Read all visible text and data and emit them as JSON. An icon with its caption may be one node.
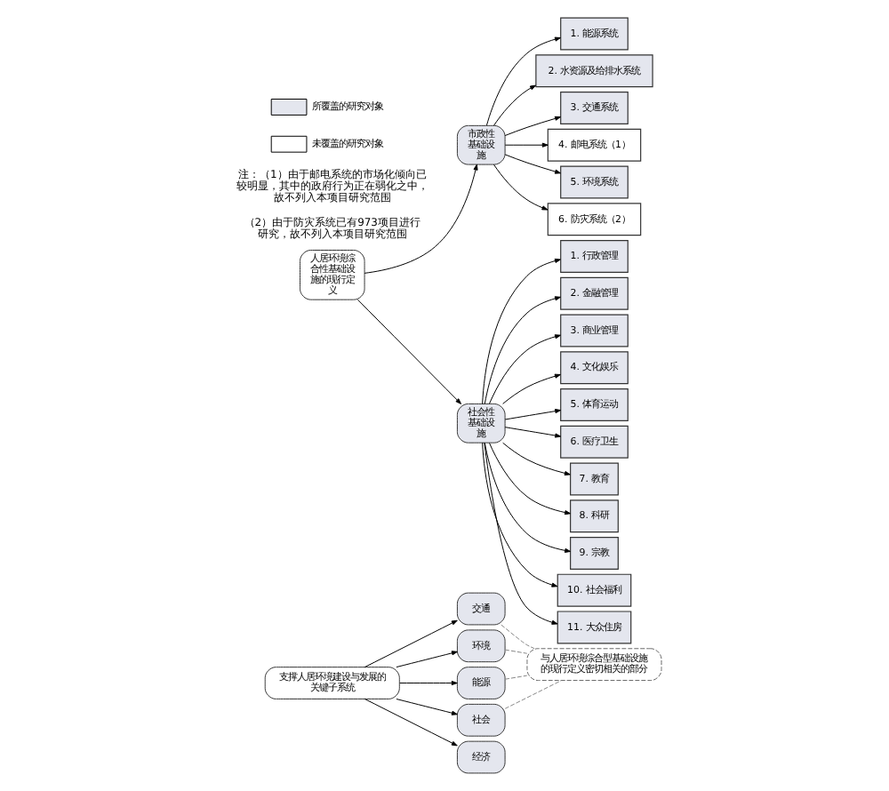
{
  "diagram": {
    "nodes": [
      {
        "text": [
          "支撑人居环境建设与发展的关键子系统"
        ]
      },
      {
        "text": [
          "交通"
        ]
      },
      {
        "text": [
          "环境"
        ]
      },
      {
        "text": [
          "能源"
        ]
      },
      {
        "text": [
          "社会"
        ]
      },
      {
        "text": [
          "经济"
        ]
      },
      {
        "text": [
          "与人居环境综合型基础设施的现行定义密切相关的部分"
        ]
      },
      {
        "text": [
          "人居环境综合性基础设施的现行定义"
        ]
      },
      {
        "text": [
          "市政性基础设施"
        ]
      },
      {
        "text": [
          "社会性基础设施"
        ]
      },
      {
        "text": [
          "1. 能源系统"
        ]
      },
      {
        "text": [
          "2. 水资源及给排水系统"
        ]
      },
      {
        "text": [
          "3. 交通系统"
        ]
      },
      {
        "text": [
          "4. 邮电系统（1）"
        ]
      },
      {
        "text": [
          "5. 环境系统"
        ]
      },
      {
        "text": [
          "6. 防灾系统（2）"
        ]
      },
      {
        "text": [
          "1. 行政管理"
        ]
      },
      {
        "text": [
          "2. 金融管理"
        ]
      },
      {
        "text": [
          "3. 商业管理"
        ]
      },
      {
        "text": [
          "4. 文化娱乐"
        ]
      },
      {
        "text": [
          "5. 体育运动"
        ]
      },
      {
        "text": [
          "6. 医疗卫生"
        ]
      },
      {
        "text": [
          "7. 教育"
        ]
      },
      {
        "text": [
          "8. 科研"
        ]
      },
      {
        "text": [
          "9. 宗教"
        ]
      },
      {
        "text": [
          "10. 社会福利"
        ]
      },
      {
        "text": [
          "11. 大众住房"
        ]
      }
    ],
    "edges": [
      {
        "from": 0,
        "to": 1,
        "arrow": "to"
      },
      {
        "from": 0,
        "to": 2,
        "arrow": "to"
      },
      {
        "from": 0,
        "to": 3,
        "arrow": "to"
      },
      {
        "from": 0,
        "to": 4,
        "arrow": "to"
      },
      {
        "from": 0,
        "to": 5,
        "arrow": "to"
      },
      {
        "from": 1,
        "to": 6,
        "arrow": "none",
        "style": "dashed",
        "color": "#888888"
      },
      {
        "from": 2,
        "to": 6,
        "arrow": "none",
        "style": "dashed",
        "color": "#888888"
      },
      {
        "from": 3,
        "to": 6,
        "arrow": "none",
        "style": "dashed",
        "color": "#888888"
      },
      {
        "from": 4,
        "to": 6,
        "arrow": "none",
        "style": "dashed",
        "color": "#888888"
      },
      {
        "from": 7,
        "to": 8,
        "arrow": "to"
      },
      {
        "from": 7,
        "to": 9,
        "arrow": "to"
      },
      {
        "from": 8,
        "to": 10,
        "arrow": "to"
      },
      {
        "from": 8,
        "to": 11,
        "arrow": "to"
      },
      {
        "from": 8,
        "to": 12,
        "arrow": "to"
      },
      {
        "from": 8,
        "to": 13,
        "arrow": "to"
      },
      {
        "from": 8,
        "to": 14,
        "arrow": "to"
      },
      {
        "from": 8,
        "to": 15,
        "arrow": "to"
      },
      {
        "from": 9,
        "to": 16,
        "arrow": "to"
      },
      {
        "from": 9,
        "to": 17,
        "arrow": "to"
      },
      {
        "from": 9,
        "to": 18,
        "arrow": "to"
      },
      {
        "from": 9,
        "to": 19,
        "arrow": "to"
      },
      {
        "from": 9,
        "to": 20,
        "arrow": "to"
      },
      {
        "from": 9,
        "to": 21,
        "arrow": "to"
      },
      {
        "from": 9,
        "to": 22,
        "arrow": "to"
      },
      {
        "from": 9,
        "to": 23,
        "arrow": "to"
      },
      {
        "from": 9,
        "to": 24,
        "arrow": "to"
      },
      {
        "from": 9,
        "to": 25,
        "arrow": "to"
      },
      {
        "from": 9,
        "to": 26,
        "arrow": "to"
      }
    ],
    "labels": [
      "注：（1）由于邮电系统的市场化倾向已较明显，其中的政府行为正在弱化之中，故不列入本项目研究范围",
      "（2）由于防灾系统已有973项目进行研究，故不列入本项目研究范围"
    ],
    "legend": [
      {
        "text": "所覆盖的研究对象",
        "color": "#e4e6ee"
      },
      {
        "text": "未覆盖的研究对象",
        "color": "#ffffff"
      }
    ]
  }
}
